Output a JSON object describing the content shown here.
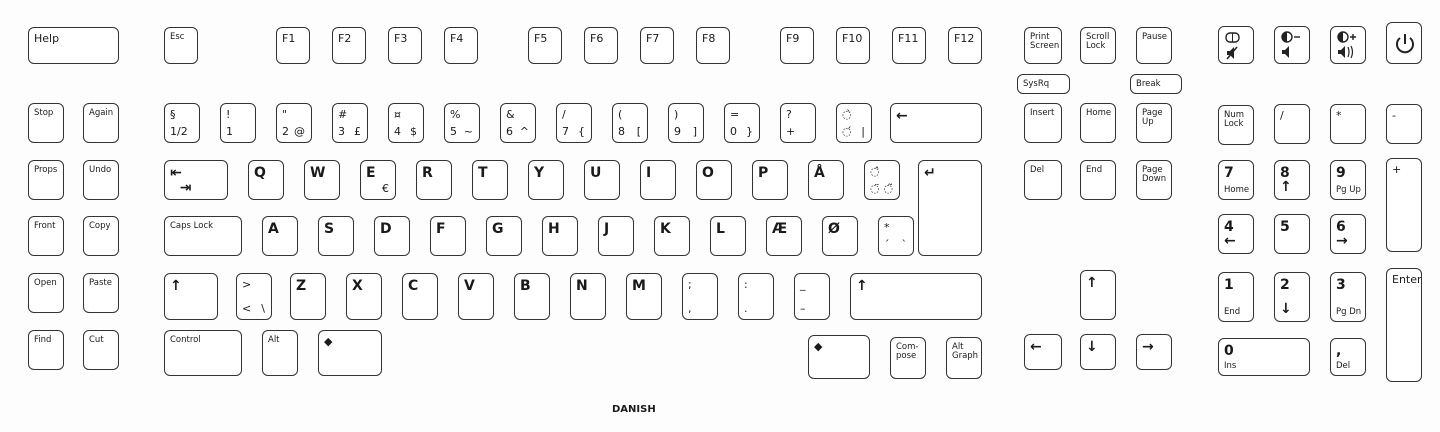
{
  "caption": "DANISH",
  "keys": {
    "help": {
      "top": "Help"
    },
    "esc": {
      "top": "Esc"
    },
    "f1": {
      "top": "F1"
    },
    "f2": {
      "top": "F2"
    },
    "f3": {
      "top": "F3"
    },
    "f4": {
      "top": "F4"
    },
    "f5": {
      "top": "F5"
    },
    "f6": {
      "top": "F6"
    },
    "f7": {
      "top": "F7"
    },
    "f8": {
      "top": "F8"
    },
    "f9": {
      "top": "F9"
    },
    "f10": {
      "top": "F10"
    },
    "f11": {
      "top": "F11"
    },
    "f12": {
      "top": "F12"
    },
    "printscreen": {
      "top": "Print\nScreen"
    },
    "scrolllock": {
      "top": "Scroll\nLock"
    },
    "pause": {
      "top": "Pause"
    },
    "sysrq": {
      "top": "SysRq"
    },
    "brk": {
      "top": "Break"
    },
    "mute": {
      "icon": "display-toggle-mute-icon"
    },
    "voldown": {
      "icon": "brightness-down-volume-down-icon"
    },
    "volup": {
      "icon": "brightness-up-volume-up-icon"
    },
    "power": {
      "icon": "power-icon"
    },
    "stop": {
      "top": "Stop"
    },
    "again": {
      "top": "Again"
    },
    "props": {
      "top": "Props"
    },
    "undo": {
      "top": "Undo"
    },
    "front": {
      "top": "Front"
    },
    "copy": {
      "top": "Copy"
    },
    "open": {
      "top": "Open"
    },
    "paste": {
      "top": "Paste"
    },
    "find": {
      "top": "Find"
    },
    "cut": {
      "top": "Cut"
    },
    "section": {
      "top": "§",
      "bottom": "1/2"
    },
    "k1": {
      "top": "!",
      "bottom": "1"
    },
    "k2": {
      "top": "\"",
      "bottom": "2",
      "bottom_right": "@"
    },
    "k3": {
      "top": "#",
      "bottom": "3",
      "bottom_right": "£"
    },
    "k4": {
      "top": "¤",
      "bottom": "4",
      "bottom_right": "$"
    },
    "k5": {
      "top": "%",
      "bottom": "5",
      "bottom_right": "~"
    },
    "k6": {
      "top": "&",
      "bottom": "6",
      "bottom_right": "^"
    },
    "k7": {
      "top": "/",
      "bottom": "7",
      "bottom_right": "{"
    },
    "k8": {
      "top": "(",
      "bottom": "8",
      "bottom_right": "["
    },
    "k9": {
      "top": ")",
      "bottom": "9",
      "bottom_right": "]"
    },
    "k0": {
      "top": "=",
      "bottom": "0",
      "bottom_right": "}"
    },
    "plus": {
      "top": "?",
      "bottom": "+"
    },
    "accent": {
      "top": "◌̀",
      "bottom": "◌́",
      "bottom_right": "|"
    },
    "backspace": {
      "top": "←"
    },
    "tab": {
      "top": "⇤\n  ⇥"
    },
    "q": {
      "top": "Q"
    },
    "w": {
      "top": "W"
    },
    "e": {
      "top": "E",
      "bottom_right": "€"
    },
    "r": {
      "top": "R"
    },
    "t": {
      "top": "T"
    },
    "y": {
      "top": "Y"
    },
    "u": {
      "top": "U"
    },
    "i": {
      "top": "I"
    },
    "o": {
      "top": "O"
    },
    "p": {
      "top": "P"
    },
    "aring": {
      "top": "Å"
    },
    "diaeresis": {
      "top": "◌̂",
      "bottom": "◌̈",
      "bottom_right": "◌̃"
    },
    "enter": {
      "top": "↵"
    },
    "capslock": {
      "top": "Caps Lock"
    },
    "a": {
      "top": "A"
    },
    "s": {
      "top": "S"
    },
    "d": {
      "top": "D"
    },
    "f": {
      "top": "F"
    },
    "g": {
      "top": "G"
    },
    "h": {
      "top": "H"
    },
    "j": {
      "top": "J"
    },
    "k": {
      "top": "K"
    },
    "l": {
      "top": "L"
    },
    "ae": {
      "top": "Æ"
    },
    "oslash": {
      "top": "Ø"
    },
    "apos": {
      "top": "*",
      "bottom": "´",
      "bottom_right": "`"
    },
    "lshift": {
      "top": "↑"
    },
    "less": {
      "top": ">",
      "bottom": "<",
      "bottom_right": "\\"
    },
    "z": {
      "top": "Z"
    },
    "x": {
      "top": "X"
    },
    "c": {
      "top": "C"
    },
    "v": {
      "top": "V"
    },
    "b": {
      "top": "B"
    },
    "n": {
      "top": "N"
    },
    "m": {
      "top": "M"
    },
    "comma": {
      "top": ";",
      "bottom": ","
    },
    "period": {
      "top": ":",
      "bottom": "."
    },
    "minus": {
      "top": "_",
      "bottom": "–"
    },
    "rshift": {
      "top": "↑"
    },
    "control": {
      "top": "Control"
    },
    "alt": {
      "top": "Alt"
    },
    "lmeta": {
      "top": "◆"
    },
    "rmeta": {
      "top": "◆"
    },
    "compose": {
      "top": "Com-\npose"
    },
    "altgraph": {
      "top": "Alt\nGraph"
    },
    "insert": {
      "top": "Insert"
    },
    "home": {
      "top": "Home"
    },
    "pageup": {
      "top": "Page\nUp"
    },
    "del": {
      "top": "Del"
    },
    "end": {
      "top": "End"
    },
    "pagedown": {
      "top": "Page\nDown"
    },
    "up": {
      "top": "↑"
    },
    "left": {
      "top": "←"
    },
    "down": {
      "top": "↓"
    },
    "right": {
      "top": "→"
    },
    "numlock": {
      "top": "Num\nLock"
    },
    "kpdiv": {
      "top": "/"
    },
    "kpmul": {
      "top": "*"
    },
    "kpminus": {
      "top": "-"
    },
    "kp7": {
      "top": "7",
      "bottom": "Home"
    },
    "kp8": {
      "top": "8",
      "bottom": "↑"
    },
    "kp9": {
      "top": "9",
      "bottom": "Pg Up"
    },
    "kpplus": {
      "top": "+"
    },
    "kp4": {
      "top": "4",
      "bottom": "←"
    },
    "kp5": {
      "top": "5"
    },
    "kp6": {
      "top": "6",
      "bottom": "→"
    },
    "kp1": {
      "top": "1",
      "bottom": "End"
    },
    "kp2": {
      "top": "2",
      "bottom": "↓"
    },
    "kp3": {
      "top": "3",
      "bottom": "Pg Dn"
    },
    "kpenter": {
      "top": "Enter"
    },
    "kp0": {
      "top": "0",
      "bottom": "Ins"
    },
    "kpdel": {
      "top": ",",
      "bottom": "Del"
    }
  }
}
